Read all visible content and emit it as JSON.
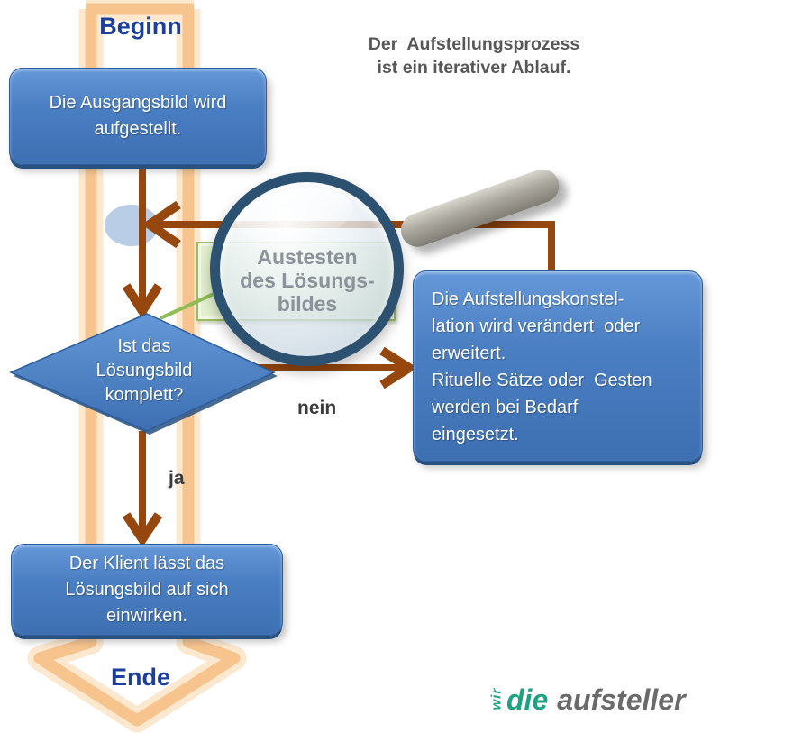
{
  "heading": {
    "line1": "Der  Aufstellungsprozess",
    "line2": "ist ein iterativer Ablauf."
  },
  "flow": {
    "begin_label": "Beginn",
    "end_label": "Ende",
    "start_box": {
      "lines": [
        "Die Ausgangsbild wird",
        "aufgestellt."
      ]
    },
    "test_box": {
      "lines": [
        "Austesten",
        "des Lösungs-",
        "bildes"
      ]
    },
    "decision": {
      "lines": [
        "Ist das",
        "Lösungsbild",
        "komplett?"
      ]
    },
    "no_label": "nein",
    "yes_label": "ja",
    "no_box": {
      "lines": [
        "Die Aufstellungskonstel-",
        "lation wird verändert  oder",
        "erweitert.",
        "Rituelle Sätze oder  Gesten",
        "werden bei Bedarf",
        "eingesetzt."
      ]
    },
    "yes_box": {
      "lines": [
        "Der Klient lässt das",
        "Lösungsbild auf sich",
        "einwirken."
      ]
    }
  },
  "logo": {
    "mark": "wir",
    "word_green": "die",
    "word_gray": "aufsteller"
  },
  "colors": {
    "background_arrow_orange": "#f8c48e",
    "arrow_halo": "#fce8cf",
    "connector_brown": "#96470d",
    "process_box_blue_top": "#6498d8",
    "process_box_blue_bottom": "#3d6fb2",
    "box_shadow_navy": "#27517f",
    "decision_diamond_blue": "#4a7ec2",
    "test_box_green_fill": "#e3f0cf",
    "test_box_green_border": "#9cbb5e",
    "callout_green_line": "#8fbc57",
    "magnifier_ring": "#2d5170",
    "loop_node_lightblue": "#b9cde6",
    "flow_label_blue": "#1c3f9e",
    "heading_gray": "#575757",
    "branch_label_gray": "#3b3b3b",
    "logo_green": "#1ea382",
    "logo_gray": "#6a6a6a"
  }
}
